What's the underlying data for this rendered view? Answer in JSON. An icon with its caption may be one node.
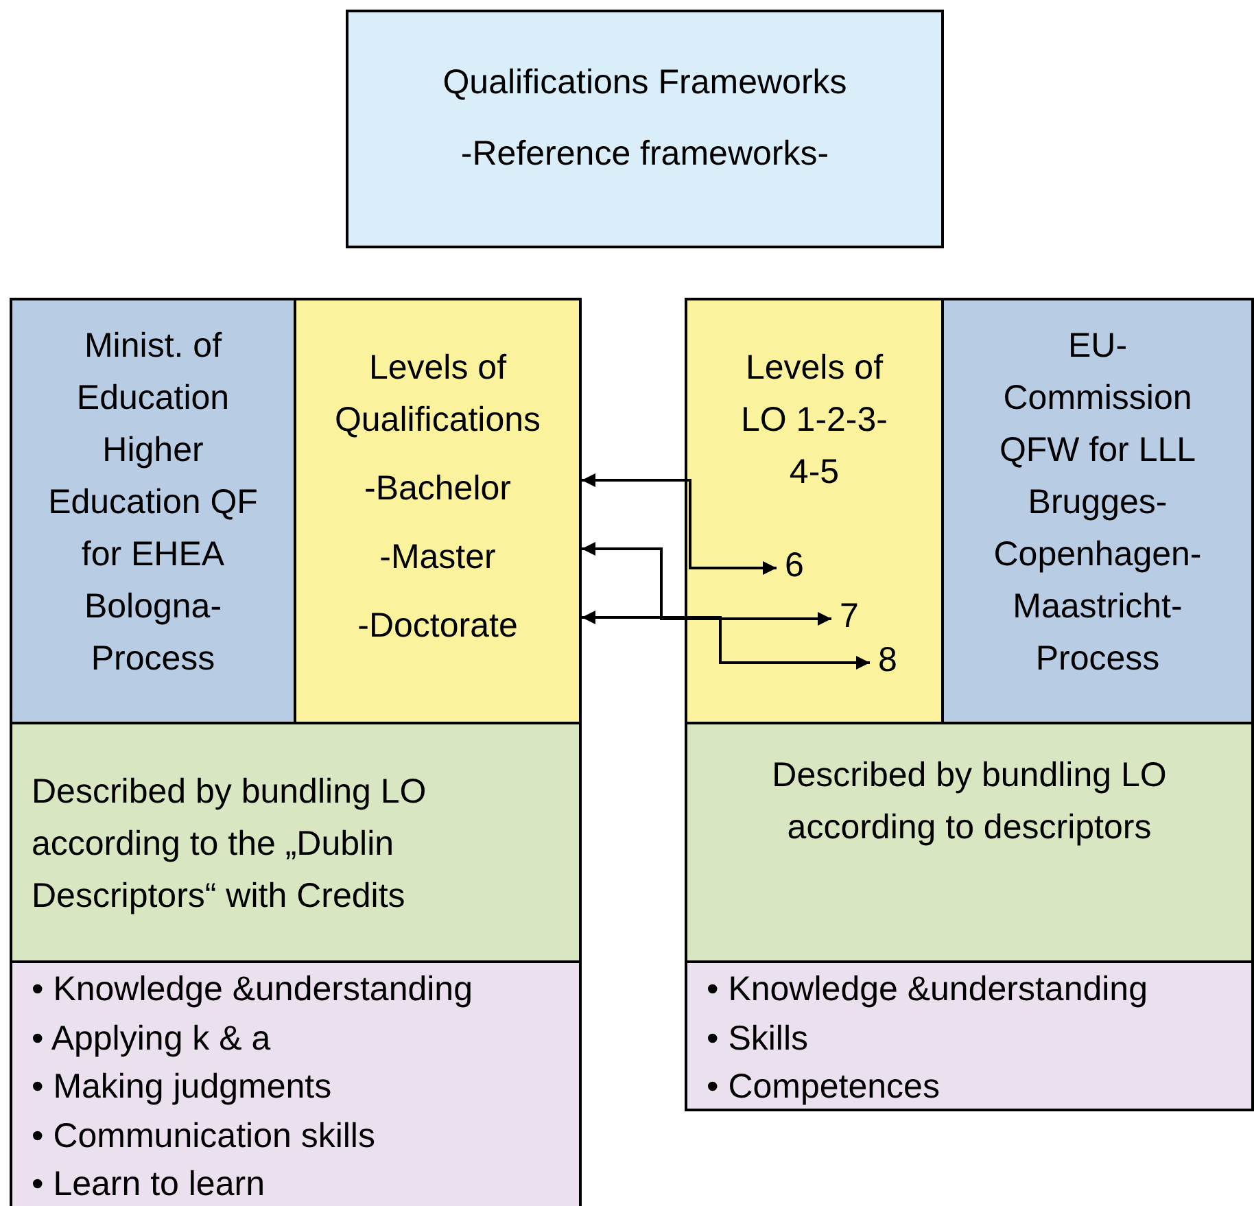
{
  "diagram": {
    "nodes": [
      {
        "text": [
          "Qualifications Frameworks",
          "-Reference frameworks-"
        ]
      },
      {
        "text": [
          "Minist. of Education Higher Education QF for EHEA Bologna-Process"
        ]
      },
      {
        "text": [
          "Levels of Qualifications",
          "-Bachelor",
          "-Master",
          "-Doctorate"
        ]
      },
      {
        "text": [
          "Levels of LO 1-2-3-4-5"
        ]
      },
      {
        "text": [
          "6"
        ],
        "in": 3
      },
      {
        "text": [
          "7"
        ],
        "in": 3
      },
      {
        "text": [
          "8"
        ],
        "in": 3
      },
      {
        "text": [
          "EU-Commission QFW for LLL Brugges-Copenhagen-Maastricht-Process"
        ]
      },
      {
        "text": [
          "Described by bundling LO according to the „Dublin Descriptors“ with Credits"
        ]
      },
      {
        "text": [
          "• Knowledge &understanding",
          "• Applying k & a",
          "• Making judgments",
          "• Communication skills",
          "• Learn to learn"
        ]
      },
      {
        "text": [
          "Described by bundling LO according to descriptors"
        ]
      },
      {
        "text": [
          "• Knowledge &understanding",
          "• Skills",
          "• Competences"
        ]
      }
    ],
    "edges": [
      {
        "from": 2,
        "to": 4,
        "arrow": "both"
      },
      {
        "from": 2,
        "to": 5,
        "arrow": "both"
      },
      {
        "from": 2,
        "to": 6,
        "arrow": "both"
      }
    ]
  }
}
